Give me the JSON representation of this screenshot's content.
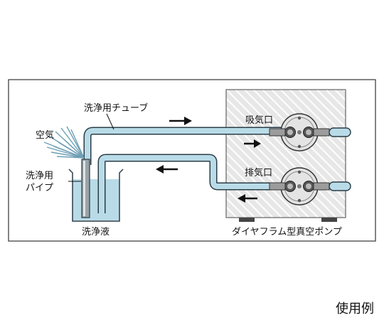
{
  "labels": {
    "tube": "洗浄用チューブ",
    "air": "空気",
    "pipe_line1": "洗浄用",
    "pipe_line2": "パイプ",
    "liquid": "洗浄液",
    "intake": "吸気口",
    "exhaust": "排気口",
    "pump": "ダイヤフラム型真空ポンプ"
  },
  "caption": "使用例",
  "colors": {
    "tube_fill": "#b9dbe8",
    "tube_edge": "#2a3d46",
    "liquid": "#b9dbe8",
    "pump_bg": "#e7e7e7",
    "pump_hatch": "#ffffff",
    "frame": "#333333"
  },
  "icons": {
    "flow_arrow": "arrow-right/arrow-left",
    "air_spray": "spray-lines"
  }
}
